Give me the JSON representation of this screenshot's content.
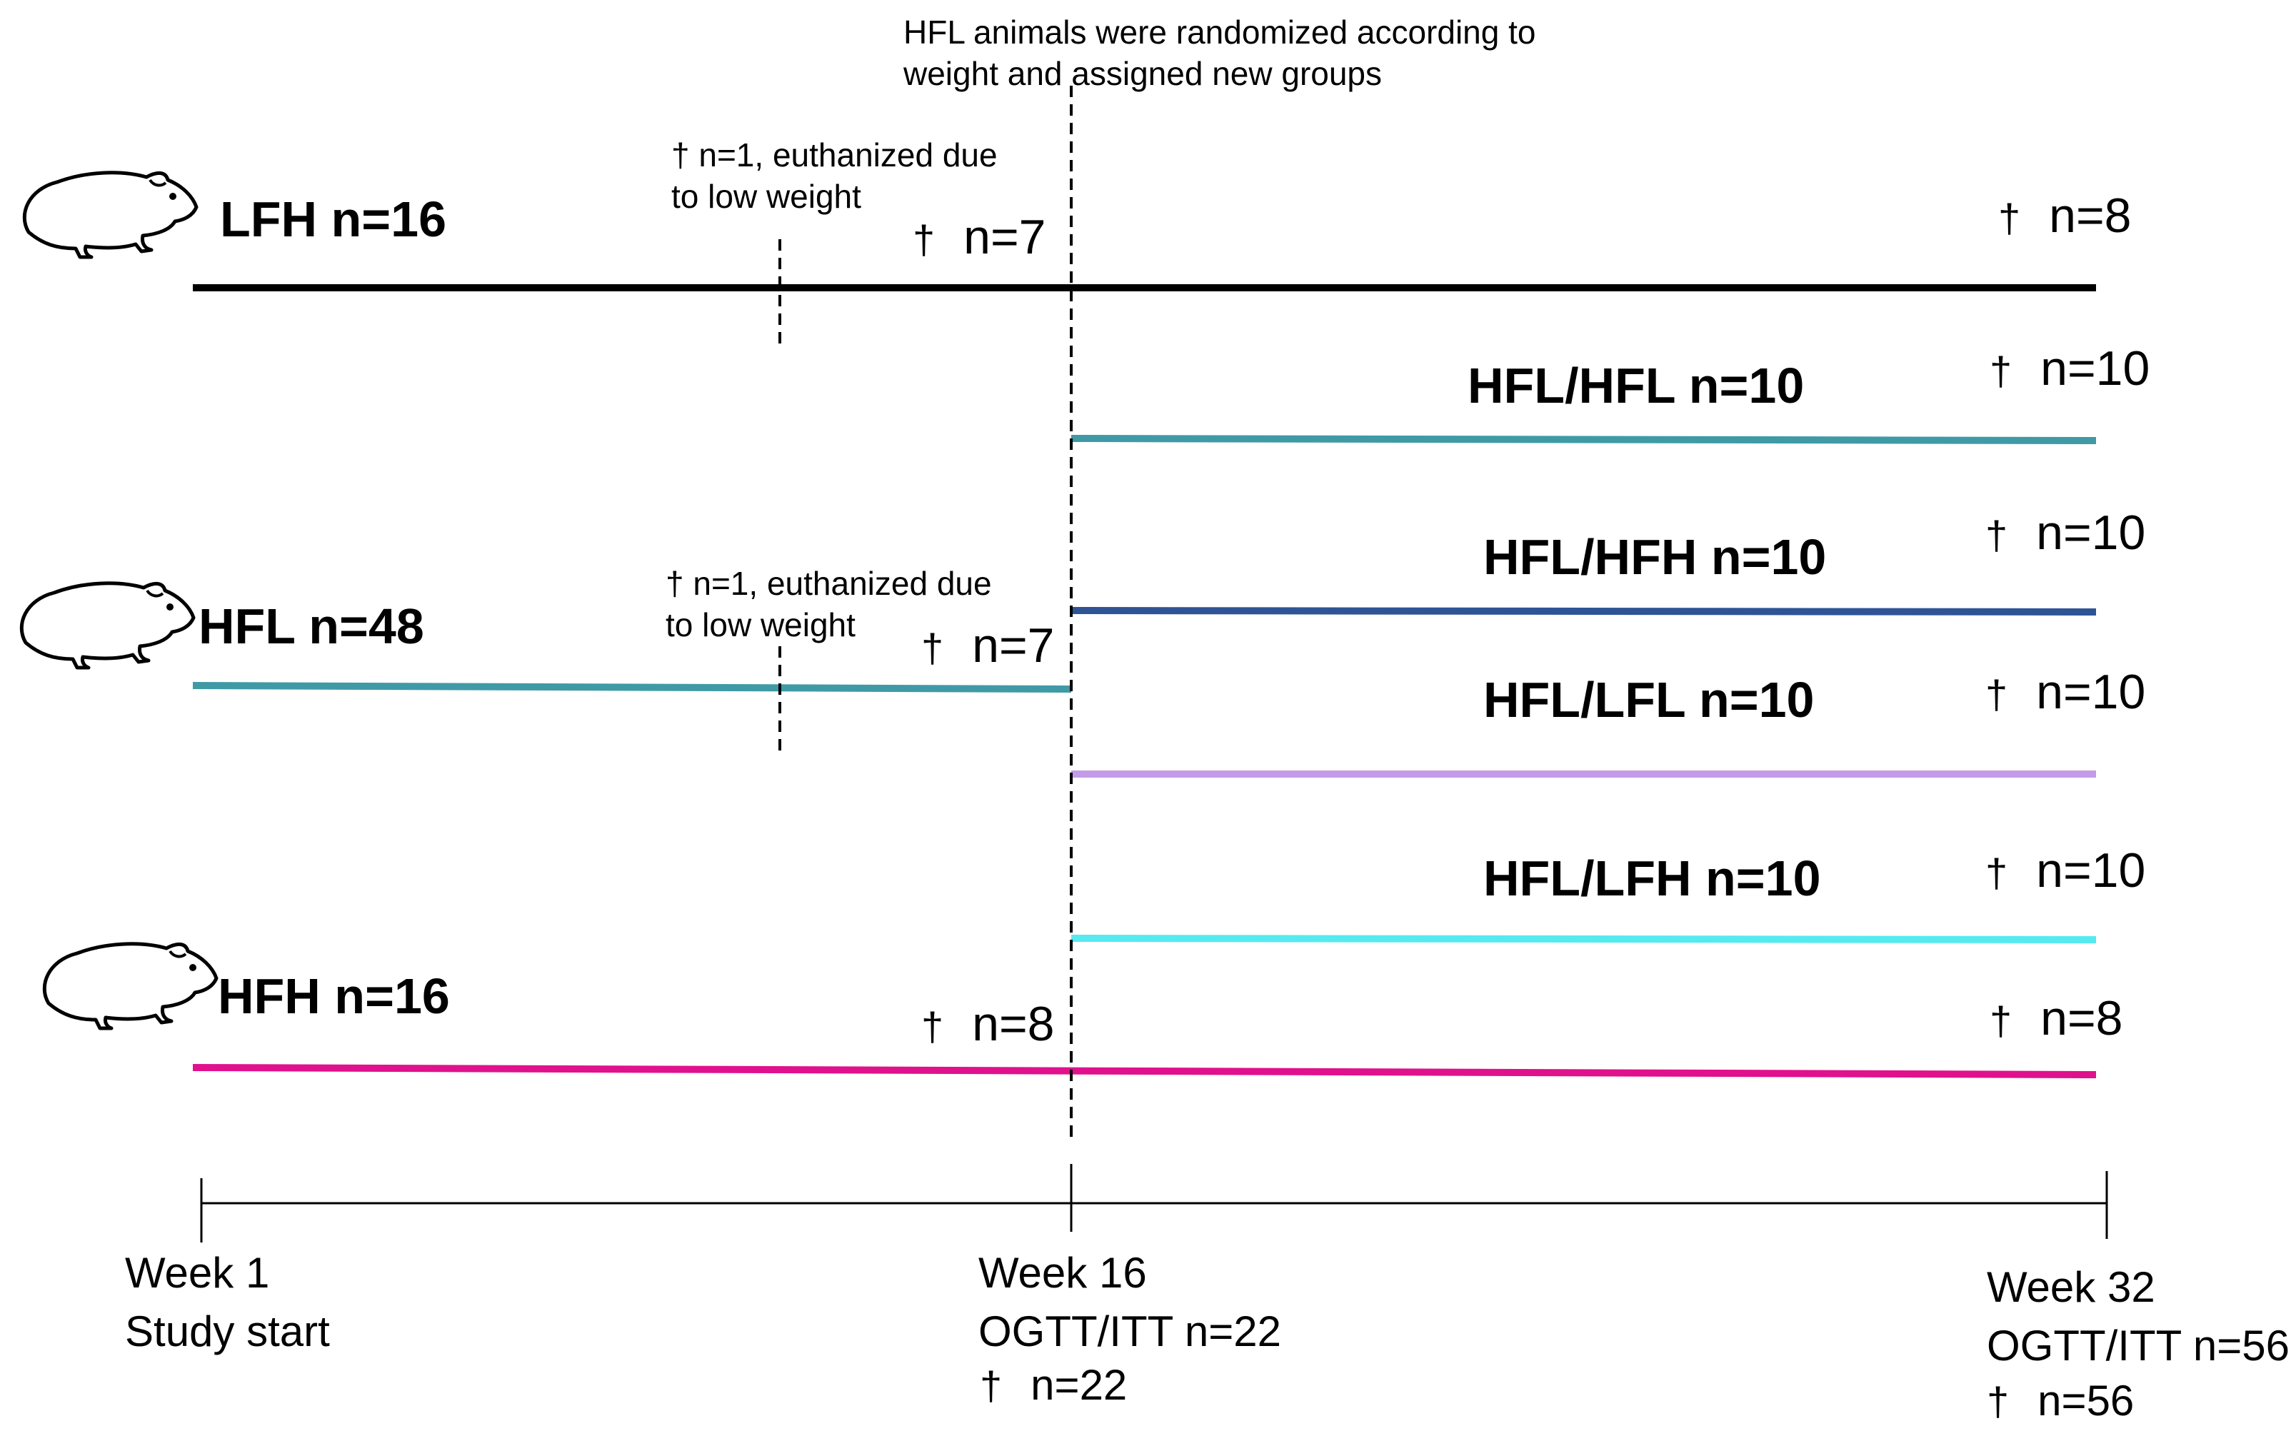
{
  "randomization_note": "HFL animals were randomized according to\nweight and assigned new groups",
  "dagger_symbol": "†",
  "groups": {
    "lfh": {
      "label": "LFH n=16",
      "color": "#000000"
    },
    "hfl": {
      "label": "HFL n=48",
      "color": "#3f9aa6"
    },
    "hfh": {
      "label": "HFH n=16",
      "color": "#e0118c"
    },
    "hfl_hfl": {
      "label": "HFL/HFL n=10",
      "color": "#3f9aa6"
    },
    "hfl_hfh": {
      "label": "HFL/HFH n=10",
      "color": "#2e5496"
    },
    "hfl_lfl": {
      "label": "HFL/LFL n=10",
      "color": "#c39be8"
    },
    "hfl_lfh": {
      "label": "HFL/LFH n=10",
      "color": "#55eaf0"
    }
  },
  "euthanized_notes": {
    "lfh": "† n=1, euthanized due\nto low weight",
    "hfl": "† n=1, euthanized due\nto low weight"
  },
  "sacrifice_counts": {
    "lfh_week16": "n=7",
    "hfl_week16": "n=7",
    "hfh_week16": "n=8",
    "lfh_week32": "n=8",
    "hfl_hfl_week32": "n=10",
    "hfl_hfh_week32": "n=10",
    "hfl_lfl_week32": "n=10",
    "hfl_lfh_week32": "n=10",
    "hfh_week32": "n=8"
  },
  "timeline": {
    "week1": "Week 1\nStudy start",
    "week16": "Week 16\nOGTT/ITT n=22",
    "week16_dagger_count": "n=22",
    "week32": "Week 32\nOGTT/ITT n=56",
    "week32_dagger_count": "n=56"
  },
  "icons": [
    "guinea-pig-icon"
  ]
}
